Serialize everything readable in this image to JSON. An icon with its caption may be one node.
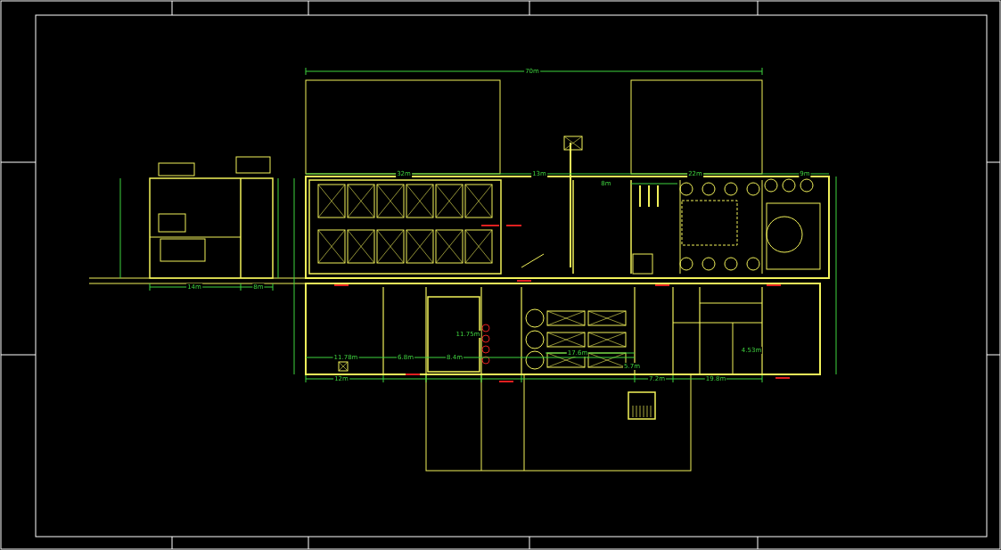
{
  "diagram": {
    "labels": [
      "70m",
      "32m",
      "13m",
      "22m",
      "9m",
      "8m",
      "14m",
      "8m",
      "11.78m",
      "6.8m",
      "8.4m",
      "11.75m",
      "12m",
      "17.6m",
      "7.2m",
      "19.8m",
      "5.7m",
      "4.53m"
    ]
  }
}
